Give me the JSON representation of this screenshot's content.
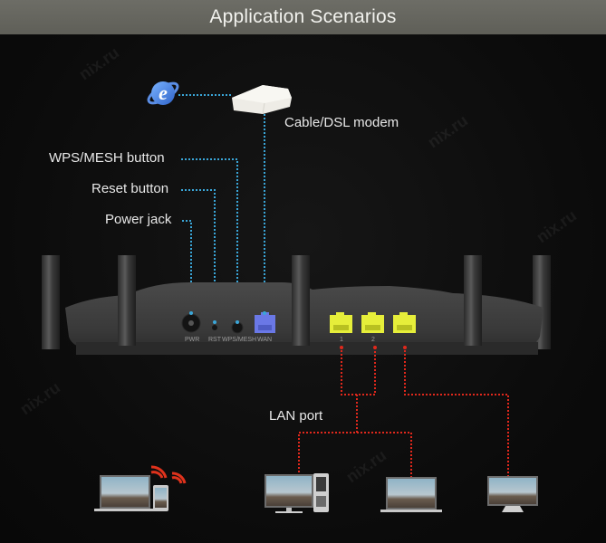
{
  "header": {
    "title": "Application Scenarios"
  },
  "labels": {
    "modem": "Cable/DSL modem",
    "wps": "WPS/MESH button",
    "reset": "Reset button",
    "power": "Power jack",
    "lan": "LAN port"
  },
  "ports": {
    "pwr": "PWR",
    "rst": "RST",
    "wps": "WPS/MESH",
    "wan": "WAN",
    "lan1": "1",
    "lan2": "2"
  },
  "watermark": "nix.ru",
  "colors": {
    "blue_line": "#3aa6d8",
    "red_line": "#e0281c",
    "wan_port": "#6a78e6",
    "lan_port": "#e6ee3a",
    "header_bg": "#66665f"
  },
  "devices": [
    {
      "name": "laptop-with-tablet",
      "connection": "wireless"
    },
    {
      "name": "desktop-pc",
      "connection": "wired"
    },
    {
      "name": "laptop",
      "connection": "wired"
    },
    {
      "name": "all-in-one-monitor",
      "connection": "wired"
    }
  ]
}
